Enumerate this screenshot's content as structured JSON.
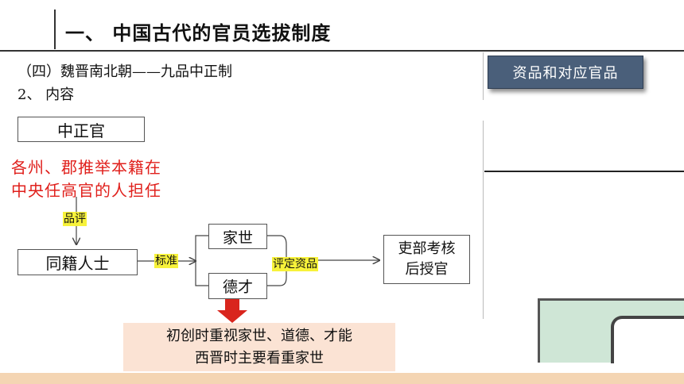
{
  "header": {
    "title": "一、 中国古代的官员选拔制度"
  },
  "section": {
    "heading": "（四）魏晋南北朝——九品中正制",
    "subheading": "2、 内容"
  },
  "side_button": {
    "label": "资品和对应官品"
  },
  "diagram": {
    "official_box": "中正官",
    "official_desc_line1": "各州、郡推举本籍在",
    "official_desc_line2": "中央任高官的人担任",
    "label_evaluate": "品评",
    "person_box": "同籍人士",
    "label_standard": "标准",
    "family_box": "家世",
    "virtue_box": "德才",
    "label_rank": "评定资品",
    "result_box_line1": "吏部考核",
    "result_box_line2": "后授官",
    "note_line1": "初创时重视家世、道德、才能",
    "note_line2": "西晋时主要看重家世"
  },
  "colors": {
    "red_text": "#e0201c",
    "highlight": "#f7f23a",
    "note_bg": "#fbe3d4",
    "arrow_red": "#d9251d",
    "bottom_bar": "#f4d5b3",
    "button_bg": "#4a5f7a",
    "map_green": "#cfe6d6"
  }
}
